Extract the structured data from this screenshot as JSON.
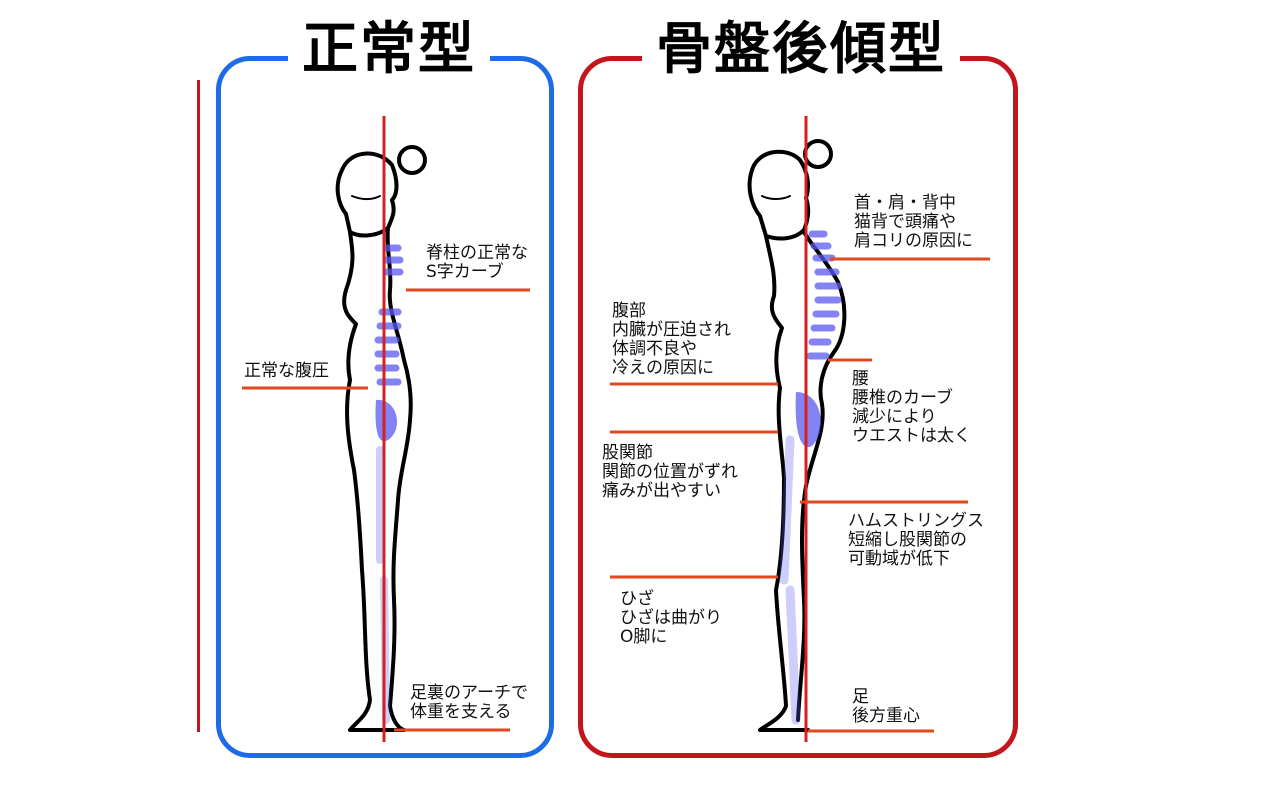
{
  "colors": {
    "normal_frame": "#1e6be6",
    "posterior_frame": "#c4151c",
    "plumb_line": "#d42020",
    "leader_line": "#e04a1e",
    "spine": "#5a5af0"
  },
  "panels": {
    "normal": {
      "title": "正常型",
      "annotations": [
        {
          "id": "spine",
          "lines": [
            "脊柱の正常な",
            "S字カーブ"
          ]
        },
        {
          "id": "abdomen",
          "lines": [
            "正常な腹圧"
          ]
        },
        {
          "id": "foot",
          "lines": [
            "足裏のアーチで",
            "体重を支える"
          ]
        }
      ]
    },
    "posterior": {
      "title": "骨盤後傾型",
      "annotations": [
        {
          "id": "neck",
          "lines": [
            "首・肩・背中",
            "猫背で頭痛や",
            "肩コリの原因に"
          ]
        },
        {
          "id": "abdomen",
          "lines": [
            "腹部",
            "内臓が圧迫され",
            "体調不良や",
            "冷えの原因に"
          ]
        },
        {
          "id": "waist",
          "lines": [
            "腰",
            "腰椎のカーブ",
            "減少により",
            "ウエストは太く"
          ]
        },
        {
          "id": "hip",
          "lines": [
            "股関節",
            "関節の位置がずれ",
            "痛みが出やすい"
          ]
        },
        {
          "id": "hamstring",
          "lines": [
            "ハムストリングス",
            "短縮し股関節の",
            "可動域が低下"
          ]
        },
        {
          "id": "knee",
          "lines": [
            "ひざ",
            "ひざは曲がり",
            "O脚に"
          ]
        },
        {
          "id": "foot",
          "lines": [
            "足",
            "後方重心"
          ]
        }
      ]
    }
  }
}
